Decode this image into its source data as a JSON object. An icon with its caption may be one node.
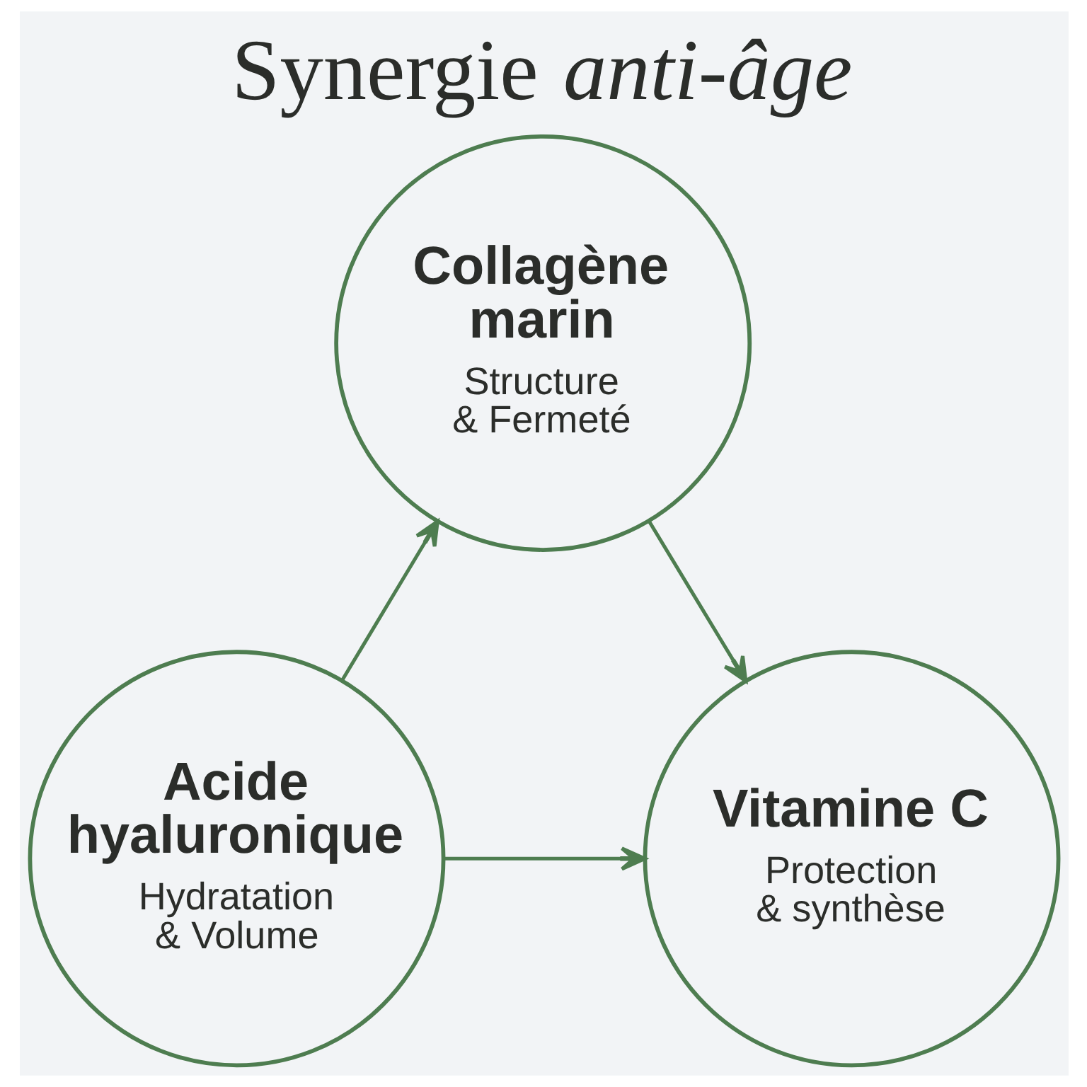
{
  "diagram": {
    "title": "Synergie *anti-âge*",
    "nodes": [
      {
        "text": [
          "Collagène marin",
          "Structure & Fermeté"
        ]
      },
      {
        "text": [
          "Acide hyaluronique",
          "Hydratation & Volume"
        ]
      },
      {
        "text": [
          "Vitamine C",
          "Protection & synthèse"
        ]
      }
    ],
    "edges": [
      {
        "from": 1,
        "to": 0,
        "arrow": "to"
      },
      {
        "from": 0,
        "to": 2,
        "arrow": "to"
      },
      {
        "from": 1,
        "to": 2,
        "arrow": "to"
      }
    ]
  }
}
